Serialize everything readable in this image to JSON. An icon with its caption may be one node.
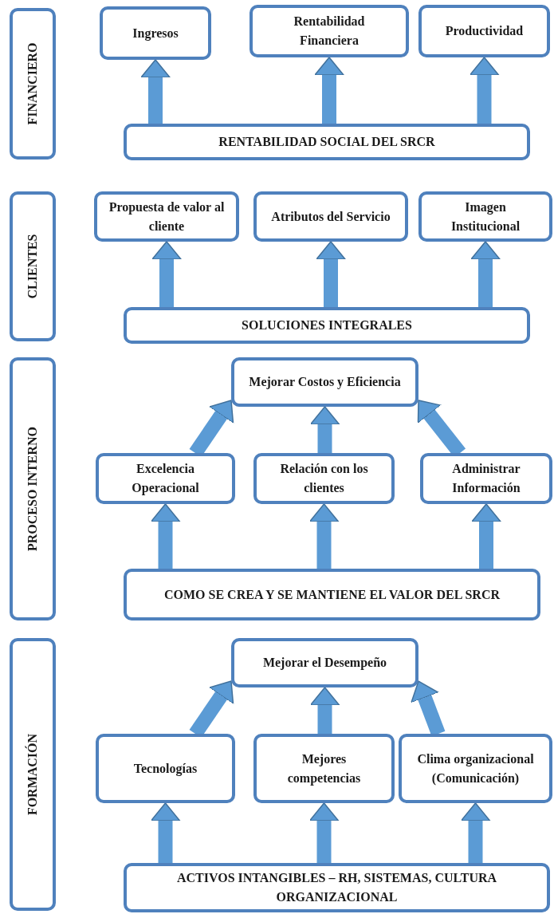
{
  "diagram": {
    "nodes": [
      {
        "text": [
          "FINANCIERO"
        ]
      },
      {
        "text": [
          "Ingresos"
        ]
      },
      {
        "text": [
          "Rentabilidad Financiera"
        ]
      },
      {
        "text": [
          "Productividad"
        ]
      },
      {
        "text": [
          "RENTABILIDAD SOCIAL DEL SRCR"
        ]
      },
      {
        "text": [
          "CLIENTES"
        ]
      },
      {
        "text": [
          "Propuesta de valor al cliente"
        ]
      },
      {
        "text": [
          "Atributos del Servicio"
        ]
      },
      {
        "text": [
          "Imagen Institucional"
        ]
      },
      {
        "text": [
          "SOLUCIONES INTEGRALES"
        ]
      },
      {
        "text": [
          "PROCESO INTERNO"
        ]
      },
      {
        "text": [
          "Mejorar Costos y Eficiencia"
        ]
      },
      {
        "text": [
          "Excelencia Operacional"
        ]
      },
      {
        "text": [
          "Relación con los clientes"
        ]
      },
      {
        "text": [
          "Administrar Información"
        ]
      },
      {
        "text": [
          "COMO SE CREA Y SE MANTIENE EL VALOR DEL SRCR"
        ]
      },
      {
        "text": [
          "FORMACIÓN"
        ]
      },
      {
        "text": [
          "Mejorar el Desempeño"
        ]
      },
      {
        "text": [
          "Tecnologías"
        ]
      },
      {
        "text": [
          "Mejores competencias"
        ]
      },
      {
        "text": [
          "Clima organizacional (Comunicación)"
        ]
      },
      {
        "text": [
          "ACTIVOS INTANGIBLES – RH, SISTEMAS, CULTURA ORGANIZACIONAL"
        ]
      }
    ],
    "edges": [
      {
        "from": 4,
        "to": 1,
        "arrow": "to"
      },
      {
        "from": 4,
        "to": 2,
        "arrow": "to"
      },
      {
        "from": 4,
        "to": 3,
        "arrow": "to"
      },
      {
        "from": 9,
        "to": 6,
        "arrow": "to"
      },
      {
        "from": 9,
        "to": 7,
        "arrow": "to"
      },
      {
        "from": 9,
        "to": 8,
        "arrow": "to"
      },
      {
        "from": 12,
        "to": 11,
        "arrow": "to"
      },
      {
        "from": 13,
        "to": 11,
        "arrow": "to"
      },
      {
        "from": 14,
        "to": 11,
        "arrow": "to"
      },
      {
        "from": 15,
        "to": 12,
        "arrow": "to"
      },
      {
        "from": 15,
        "to": 13,
        "arrow": "to"
      },
      {
        "from": 15,
        "to": 14,
        "arrow": "to"
      },
      {
        "from": 18,
        "to": 17,
        "arrow": "to"
      },
      {
        "from": 19,
        "to": 17,
        "arrow": "to"
      },
      {
        "from": 20,
        "to": 17,
        "arrow": "to"
      },
      {
        "from": 21,
        "to": 18,
        "arrow": "to"
      },
      {
        "from": 21,
        "to": 19,
        "arrow": "to"
      },
      {
        "from": 21,
        "to": 20,
        "arrow": "to"
      }
    ]
  }
}
